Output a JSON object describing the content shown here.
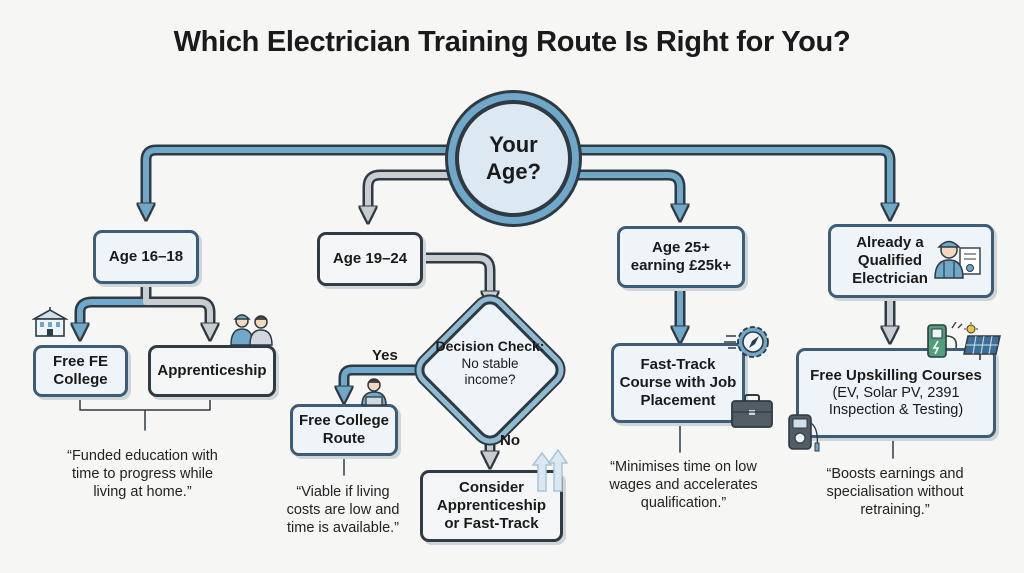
{
  "title": "Which Electrician Training Route Is Right for You?",
  "start": {
    "label": "Your Age?"
  },
  "branches": {
    "age_16_18": {
      "label": "Age 16–18",
      "option_a": "Free FE College",
      "option_b": "Apprenticeship",
      "note": "“Funded education with time to progress while living at home.”"
    },
    "age_19_24": {
      "label": "Age 19–24",
      "decision_title": "Decision Check:",
      "decision_question": "No stable income?",
      "yes_label": "Yes",
      "no_label": "No",
      "yes_result": "Free College Route",
      "no_result": "Consider Apprenticeship or Fast-Track",
      "note": "“Viable if living costs are low and time is available.”"
    },
    "age_25_plus": {
      "label": "Age 25+ earning £25k+",
      "result": "Fast-Track Course with Job Placement",
      "note": "“Minimises time on low wages and accelerates qualification.”"
    },
    "qualified": {
      "label": "Already a Qualified Electrician",
      "result_title": "Free Upskilling Courses",
      "result_detail": "(EV, Solar PV, 2391 Inspection & Testing)",
      "note": "“Boosts earnings and specialisation without retraining.”"
    }
  },
  "colors": {
    "flow_blue": "#6fa8c8",
    "flow_grey": "#bfc6cb",
    "outline": "#2f3a42"
  },
  "icons": [
    "college-building-icon",
    "apprentices-icon",
    "student-laptop-icon",
    "gear-compass-icon",
    "briefcase-icon",
    "electrician-certificate-icon",
    "ev-charger-icon",
    "solar-panel-icon",
    "multimeter-icon",
    "upward-arrows-icon"
  ]
}
